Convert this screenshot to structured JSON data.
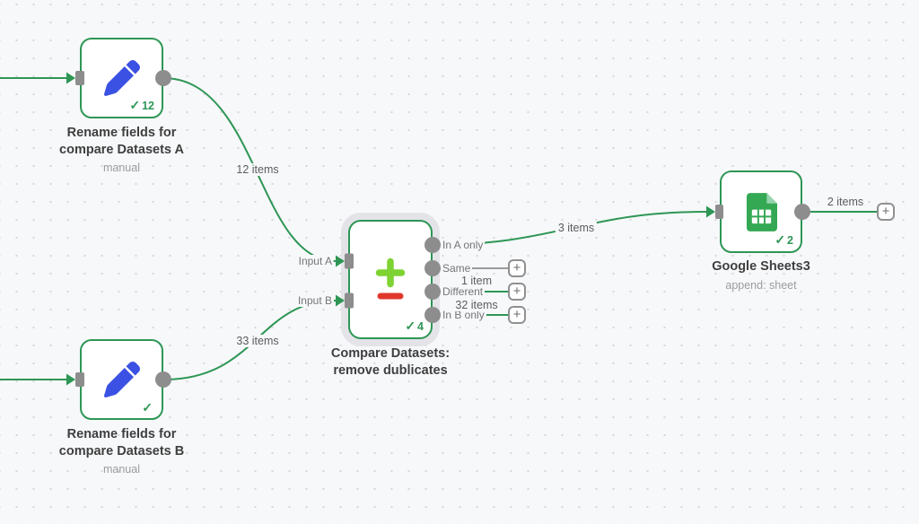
{
  "colors": {
    "node_border_green": "#2d9655",
    "connection_green": "#2d9655",
    "connection_inactive_gray": "#9a9a9a",
    "canvas_bg": "#f7f8fa",
    "pencil_blue": "#3b51e3",
    "sheets_green": "#34a853",
    "compare_plus_green": "#7ed332",
    "compare_minus_red": "#e0382c",
    "port_gray": "#8d8d8d"
  },
  "nodes": {
    "rename_a": {
      "title1": "Rename fields for",
      "title2": "compare Datasets A",
      "subtitle": "manual",
      "check": "✓",
      "count": "12"
    },
    "rename_b": {
      "title1": "Rename fields for",
      "title2": "compare Datasets B",
      "subtitle": "manual",
      "check": "✓",
      "count": ""
    },
    "compare": {
      "title1": "Compare Datasets:",
      "title2": "remove dublicates",
      "check": "✓",
      "count": "4",
      "inputs": {
        "a": "Input A",
        "b": "Input B"
      },
      "outputs": {
        "in_a": "In A only",
        "same": "Same",
        "different": "Different",
        "in_b": "In B only"
      }
    },
    "gsheets": {
      "title": "Google Sheets3",
      "subtitle": "append: sheet",
      "check": "✓",
      "count": "2"
    }
  },
  "edge_labels": {
    "a_to_compare": "12 items",
    "b_to_compare": "33 items",
    "compare_to_sheets": "3 items",
    "different_out": "1 item",
    "in_b_out": "32 items",
    "sheets_out": "2 items"
  },
  "plus": "+"
}
